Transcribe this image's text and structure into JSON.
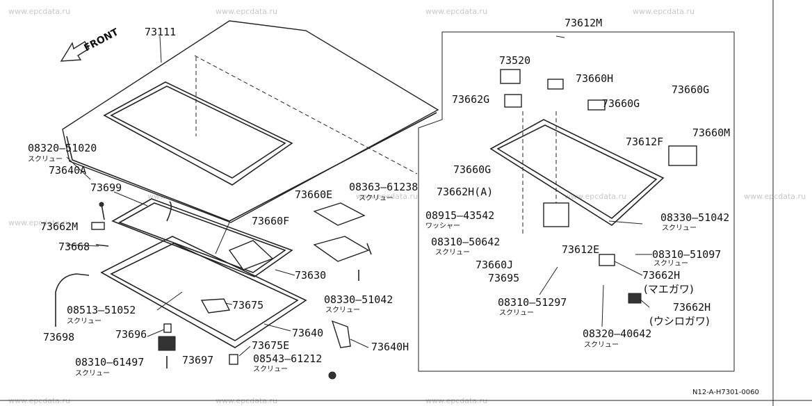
{
  "watermark": "www.epcdata.ru",
  "front_label": "FRONT",
  "drawing_code": "N12-A-H7301-0060",
  "kana": {
    "screw": "スクリュー",
    "washer": "ワッシャー"
  },
  "parts": {
    "p73111": "73111",
    "p73612M": "73612M",
    "p73520": "73520",
    "p73660H": "73660H",
    "p73662G": "73662G",
    "p73660G_a": "73660G",
    "p73660G_b": "73660G",
    "p73660G_c": "73660G",
    "p73612F": "73612F",
    "p73660M": "73660M",
    "p08320_51020": "08320–51020",
    "p73640A": "73640A",
    "p73699": "73699",
    "p73660E": "73660E",
    "p08363_61238": "08363–61238",
    "p73662HA": "73662H(A)",
    "p08915_43542": "08915–43542",
    "p08330_51042_r": "08330–51042",
    "p73662M": "73662M",
    "p73660F": "73660F",
    "p08310_50642": "08310–50642",
    "p73612E": "73612E",
    "p08310_51097": "08310–51097",
    "p73668": "73668",
    "p73630": "73630",
    "p73660J": "73660J",
    "p73662H_1": "73662H",
    "p73695": "73695",
    "p_mae": "(マエガワ)",
    "p08330_51042_l": "08330–51042",
    "p08310_51297": "08310–51297",
    "p73675": "73675",
    "p73662H_2": "73662H",
    "p08513_51052": "08513–51052",
    "p_ushiro": "(ウシロガワ)",
    "p73640": "73640",
    "p08320_40642": "08320–40642",
    "p73696": "73696",
    "p73640H": "73640H",
    "p73698": "73698",
    "p73675E": "73675E",
    "p08543_61212": "08543–61212",
    "p08310_61497": "08310–61497",
    "p73697": "73697"
  }
}
